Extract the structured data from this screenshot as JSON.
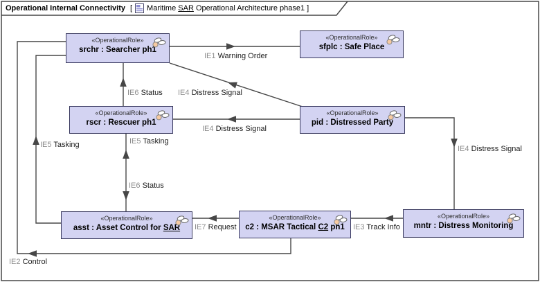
{
  "frame": {
    "title": "Operational Internal Connectivity",
    "open_bracket": "[",
    "context_pre": "Maritime ",
    "context_link": "SAR",
    "context_post": " Operational Architecture phase1",
    "close_bracket": "]"
  },
  "stereotype": "«OperationalRole»",
  "nodes": [
    {
      "key": "srchr",
      "name_pre": "srchr : Searcher ph1",
      "name_link": "",
      "name_post": ""
    },
    {
      "key": "sfplc",
      "name_pre": "sfplc : Safe Place",
      "name_link": "",
      "name_post": ""
    },
    {
      "key": "rscr",
      "name_pre": "rscr : Rescuer ph1",
      "name_link": "",
      "name_post": ""
    },
    {
      "key": "pid",
      "name_pre": "pid : Distressed Party",
      "name_link": "",
      "name_post": ""
    },
    {
      "key": "asst",
      "name_pre": "asst : Asset Control for ",
      "name_link": "SAR",
      "name_post": ""
    },
    {
      "key": "c2",
      "name_pre": "c2 : MSAR Tactical ",
      "name_link": "C2",
      "name_post": " ph1"
    },
    {
      "key": "mntr",
      "name_pre": "mntr : Distress Monitoring",
      "name_link": "",
      "name_post": ""
    }
  ],
  "flows": [
    {
      "key": "ie1",
      "id": "IE1",
      "name": "Warning Order"
    },
    {
      "key": "ie4-diagonal",
      "id": "IE4",
      "name": "Distress Signal"
    },
    {
      "key": "ie6-rscr-srchr",
      "id": "IE6",
      "name": "Status"
    },
    {
      "key": "ie4-pid-rscr",
      "id": "IE4",
      "name": "Distress Signal"
    },
    {
      "key": "ie5-asst-rscr",
      "id": "IE5",
      "name": "Tasking"
    },
    {
      "key": "ie6-rscr-asst",
      "id": "IE6",
      "name": "Status"
    },
    {
      "key": "ie5-asst-srchr",
      "id": "IE5",
      "name": "Tasking"
    },
    {
      "key": "ie2-c2-srchr",
      "id": "IE2",
      "name": "Control"
    },
    {
      "key": "ie7-c2-asst",
      "id": "IE7",
      "name": "Request"
    },
    {
      "key": "ie3-mntr-c2",
      "id": "IE3",
      "name": "Track Info"
    },
    {
      "key": "ie4-pid-mntr",
      "id": "IE4",
      "name": "Distress Signal"
    }
  ],
  "colors": {
    "node_fill": "#d3d3f2",
    "node_border": "#38385e",
    "line": "#474747",
    "flow_id": "#8c8c8c",
    "flow_name": "#1d1d1d",
    "role_icon_circle": "#f6caa2"
  }
}
